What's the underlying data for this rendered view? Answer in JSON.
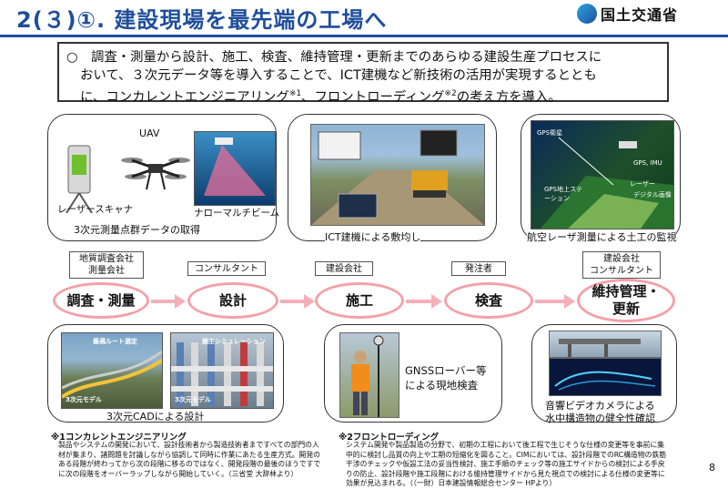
{
  "header": {
    "title": "2(３)①. 建設現場を最先端の工場へ",
    "ministry": "国土交通省"
  },
  "summary": {
    "line1": "○　調査・測量から設計、施工、検査、維持管理・更新までのあらゆる建設生産プロセスに",
    "line2": "おいて、３次元データ等を導入することで、ICT建機など新技術の活用が実現するととも",
    "line3_a": "に、コンカレントエンジニアリング",
    "line3_sup1": "※1",
    "line3_b": "、フロントローディング",
    "line3_sup2": "※2",
    "line3_c": "の考え方を導入。"
  },
  "survey_panel": {
    "uav_label": "UAV",
    "laser_scanner_label": "レーザースキャナ",
    "narrow_beam_label": "ナローマルチビーム",
    "caption": "3次元測量点群データの取得"
  },
  "construction_panel": {
    "caption": "ICT建機による敷均し"
  },
  "maintenance_panel": {
    "caption": "航空レーザ測量による土工の監視",
    "gps_label_1": "GPS衛星",
    "gps_label_2": "GPS, IMU",
    "laser_label": "レーザー",
    "camera_label": "デジタル画像",
    "ground_station_label": "GPS地上ステーション"
  },
  "design_panel": {
    "route_label": "最適ルート選定",
    "sim_label": "施工シミュレーション",
    "model_label_1": "3次元モデル",
    "model_label_2": "3次元モデル",
    "caption": "3次元CADによる設計"
  },
  "inspection_panel": {
    "caption_line1": "GNSSローバー等",
    "caption_line2": "による現地検査"
  },
  "underwater_panel": {
    "caption_line1": "音響ビデオカメラによる",
    "caption_line2": "水中構造物の健全性確認"
  },
  "orgs": {
    "survey_line1": "地質調査会社",
    "survey_line2": "測量会社",
    "design": "コンサルタント",
    "construction": "建設会社",
    "inspection": "発注者",
    "maintenance_line1": "建設会社",
    "maintenance_line2": "コンサルタント"
  },
  "stages": {
    "survey": "調査・測量",
    "design": "設計",
    "construction": "施工",
    "inspection": "検査",
    "maintenance_line1": "維持管理・",
    "maintenance_line2": "更新"
  },
  "notes": {
    "note1_title": "※1コンカレントエンジニアリング",
    "note1_body": "製品やシステムの開発において、設計技術者から製造技術者まですべての部門の人材が集まり、諸問題を討議しながら協調して同時に作業にあたる生産方式。開発のある段階が終わってから次の段階に移るのではなく、開発段階の最後のほうですでに次の段階をオーバーラップしながら開始していく。（三省堂 大辞林より）",
    "note2_title": "※2フロントローディング",
    "note2_body": "システム開発や製品製造の分野で、初期の工程において後工程で生じそうな仕様の変更等を事前に集中的に検討し品質の向上や工期の短縮化を図ること。CIMにおいては、設計段階でのRC構造物の鉄筋干渉のチェックや仮設工法の妥当性検討、施工手順のチェック等の施工サイドからの検討による手戻りの防止、設計段階や施工段階における維持管理サイドから見た視点での検討による仕様の変更等に効果が見込まれる。（（一財）日本建設情報総合センター HPより）"
  },
  "page_number": "8",
  "colors": {
    "title_blue": "#1f4e9c",
    "stage_pink": "#f4a0a8"
  }
}
